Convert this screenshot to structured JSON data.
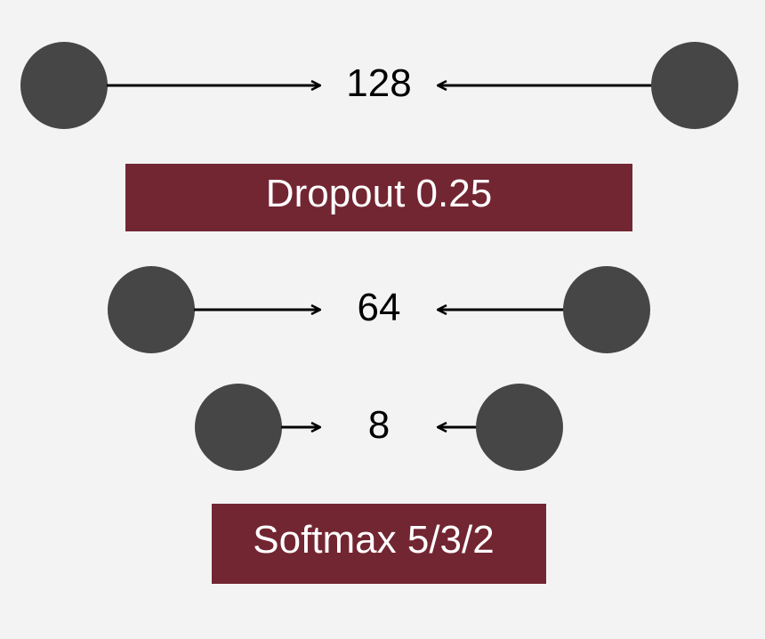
{
  "diagram": {
    "layers": [
      {
        "units": "128"
      },
      {
        "units": "64"
      },
      {
        "units": "8"
      }
    ],
    "operations": [
      {
        "label": "Dropout 0.25"
      },
      {
        "label": "Softmax 5/3/2"
      }
    ]
  },
  "colors": {
    "background": "#f3f3f3",
    "node": "#464646",
    "operation_box": "#722632",
    "operation_text": "#ffffff",
    "arrow": "#000000"
  }
}
